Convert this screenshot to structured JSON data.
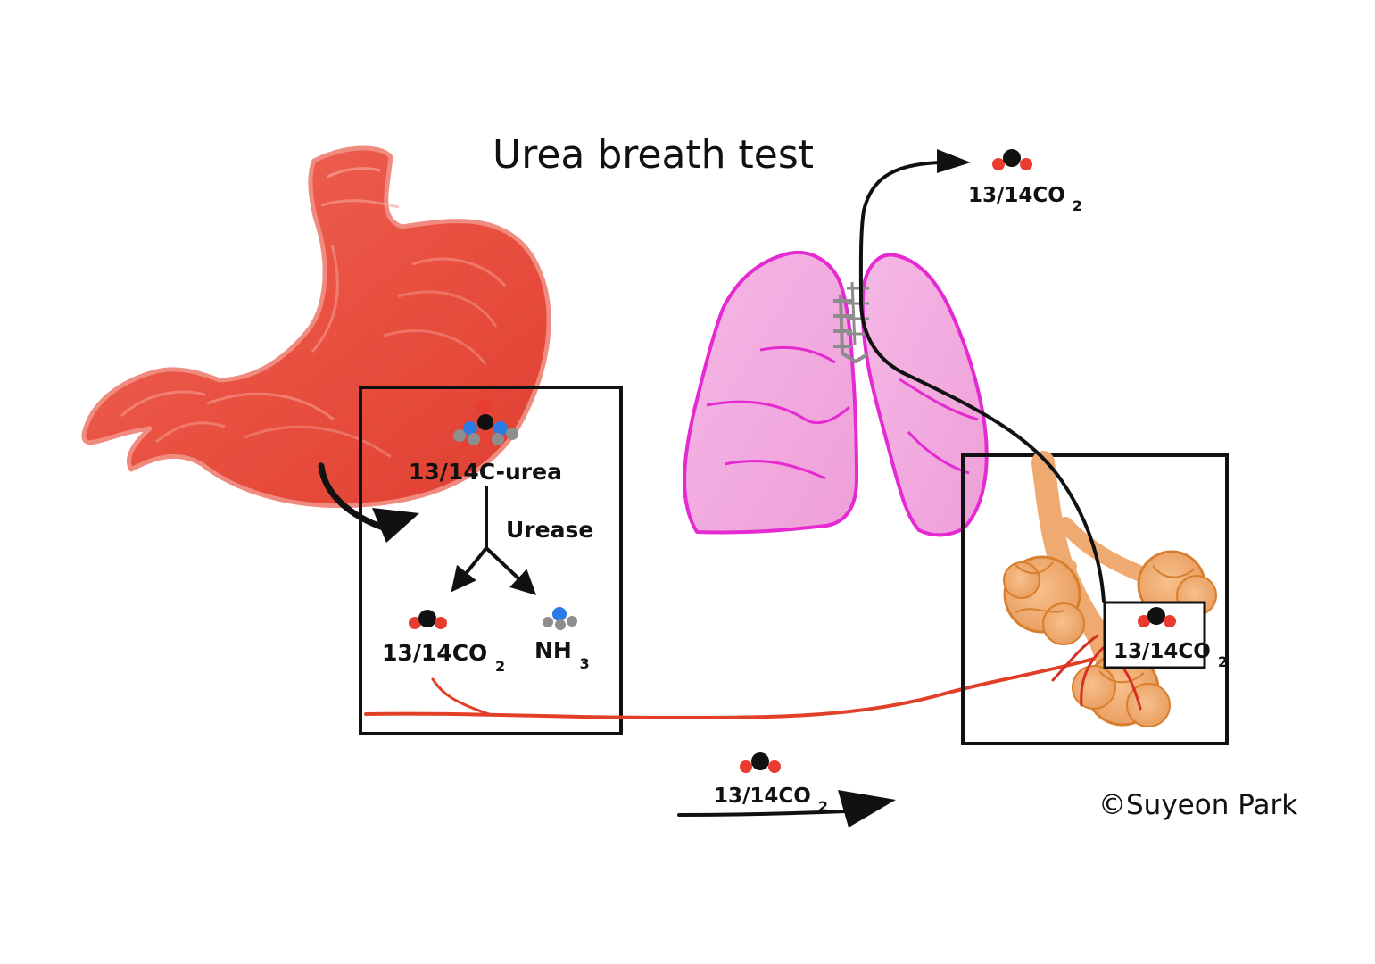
{
  "title": "Urea breath test",
  "labels": {
    "urea": "13/14C-urea",
    "urease": "Urease",
    "co2_main": "13/14CO",
    "co2_sub": "2",
    "nh3_main": "NH",
    "nh3_sub": "3"
  },
  "copyright": "©Suyeon Park",
  "colors": {
    "stomach": "#e84f3f",
    "lung": "#f1a9dc",
    "lung_outline": "#e52ad2",
    "alveoli": "#efaa72",
    "alveoli_outline": "#d77f2f",
    "vessel": "#e23f28",
    "oxygen": "#ea3b31",
    "carbon": "#111111",
    "nitrogen": "#2c7be5",
    "hydrogen": "#8e8e8e"
  }
}
